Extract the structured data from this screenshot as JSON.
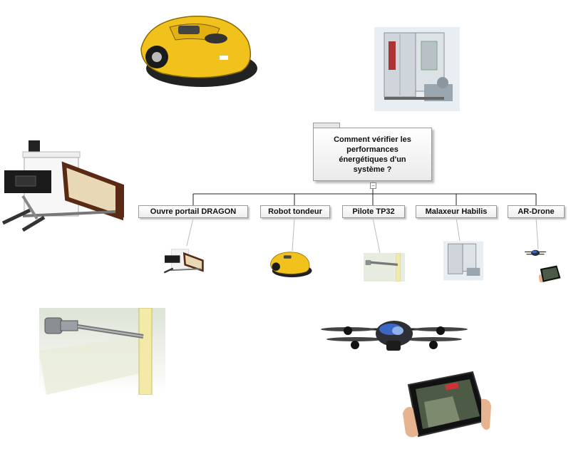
{
  "root": {
    "label": "Comment vérifier les performances énergétiques d'un système ?"
  },
  "collapse_symbol": "−",
  "branches": [
    {
      "label": "Ouvre portail DRAGON"
    },
    {
      "label": "Robot tondeur"
    },
    {
      "label": "Pilote TP32"
    },
    {
      "label": "Malaxeur Habilis"
    },
    {
      "label": "AR-Drone"
    }
  ],
  "images": [
    {
      "name": "robot-mower-photo-large"
    },
    {
      "name": "habilis-mixer-cabinet-photo-large"
    },
    {
      "name": "gate-opener-dragon-photo-large"
    },
    {
      "name": "tp32-pilot-actuator-photo-large"
    },
    {
      "name": "ar-drone-photo-large"
    },
    {
      "name": "tablet-controller-photo"
    }
  ],
  "colors": {
    "mower_yellow": "#f2c21c",
    "node_border": "#9a9a9a",
    "line": "#222222"
  }
}
